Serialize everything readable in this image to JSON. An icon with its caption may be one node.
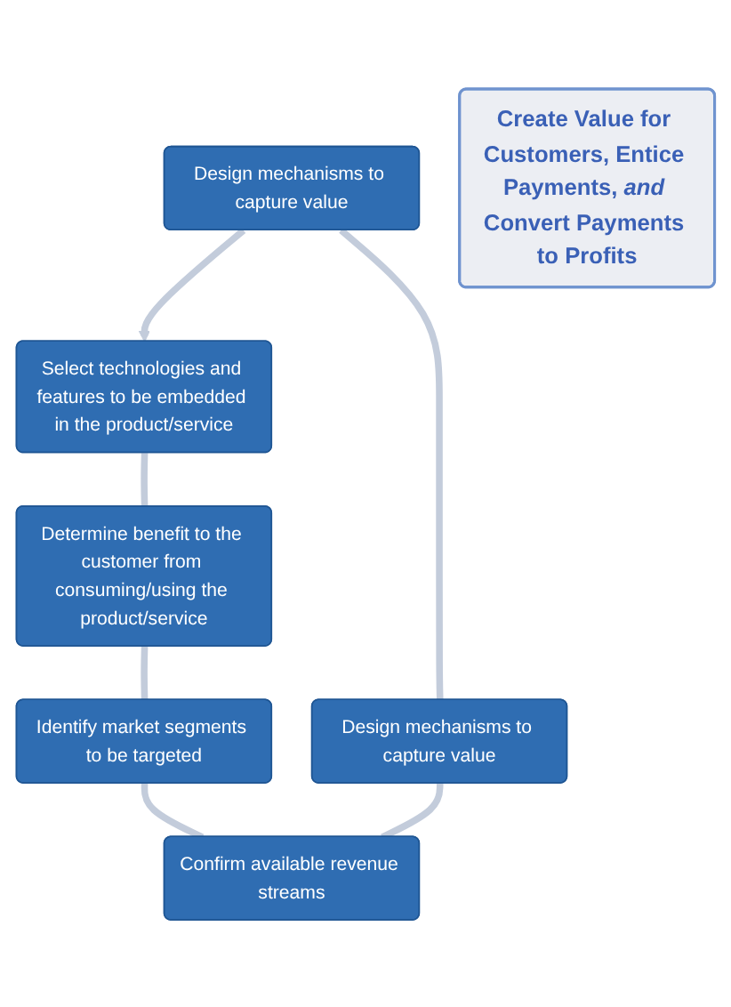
{
  "diagram": {
    "nodes": [
      {
        "text": [
          "Select technologies and features to be embedded in the product/service"
        ]
      },
      {
        "text": [
          "Determine benefit to the customer from consuming/using the product/service"
        ]
      },
      {
        "text": [
          "Identify market segments to be targeted"
        ]
      },
      {
        "text": [
          "Confirm available revenue streams"
        ]
      },
      {
        "text": [
          "Design mechanisms to capture value"
        ]
      },
      {
        "text": [
          "Design mechanisms to capture value"
        ]
      },
      {
        "text": [
          "Create Value for Customers, Entice Payments, *and* Convert Payments to Profits"
        ]
      }
    ],
    "edges": [
      {
        "from": 0,
        "to": 1,
        "arrow": "none"
      },
      {
        "from": 1,
        "to": 2,
        "arrow": "none"
      },
      {
        "from": 2,
        "to": 3,
        "arrow": "none"
      },
      {
        "from": 4,
        "to": 3,
        "arrow": "none"
      },
      {
        "from": 5,
        "to": 4,
        "arrow": "none"
      },
      {
        "from": 5,
        "to": 0,
        "arrow": "to"
      }
    ]
  }
}
